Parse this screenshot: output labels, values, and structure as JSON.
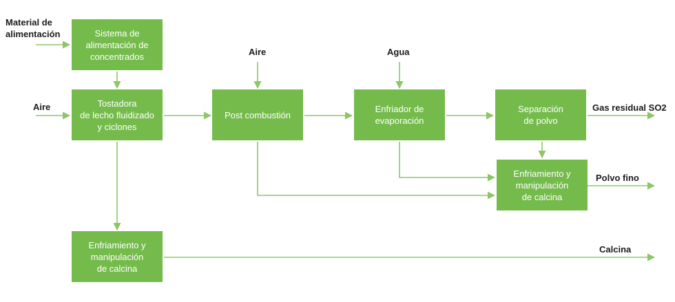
{
  "colors": {
    "box_fill": "#75bb4c",
    "box_text": "#ffffff",
    "arrow": "#8cc764",
    "label_text": "#1a1a1a"
  },
  "nodes": {
    "feed_system": "Sistema de\nalimentación de\nconcentrados",
    "roaster": "Tostadora\nde lecho fluidizado\ny ciclones",
    "post_combustion": "Post combustión",
    "evap_cooler": "Enfriador de\nevaporación",
    "dust_separation": "Separación\nde polvo",
    "calcine_handling_right": "Enfriamiento y\nmanipulación\nde calcina",
    "calcine_handling_bottom": "Enfriamiento y\nmanipulación\nde calcina"
  },
  "labels": {
    "feed_material": "Material de\nalimentación",
    "air_roaster": "Aire",
    "air_post": "Aire",
    "water": "Agua",
    "residual_gas": "Gas residual SO2",
    "fine_dust": "Polvo fino",
    "calcine": "Calcina"
  }
}
